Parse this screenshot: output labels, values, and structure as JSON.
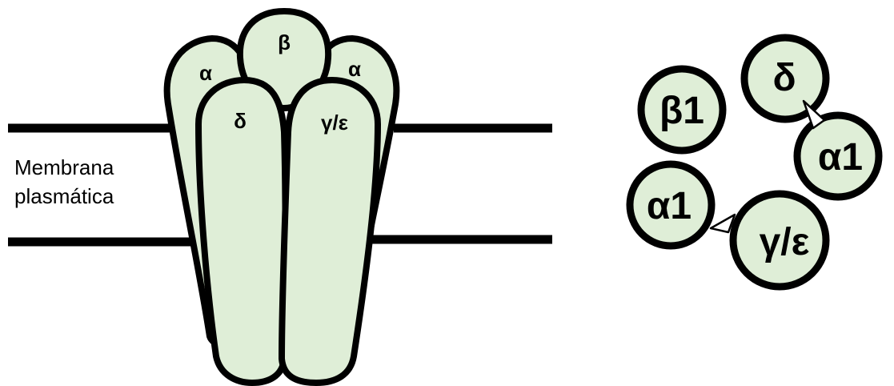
{
  "membrane_label": [
    "Membrana",
    "plasmática"
  ],
  "side_view": {
    "top_subunit": "β",
    "back_left_subunit": "α",
    "back_right_subunit": "α",
    "front_left_subunit": "δ",
    "front_right_subunit": "γ/ε"
  },
  "top_view": {
    "subunits": [
      "β1",
      "δ",
      "α1",
      "α1",
      "γ/ε"
    ]
  },
  "colors": {
    "subunit_fill": "#dfeed7",
    "outline": "#000000"
  }
}
